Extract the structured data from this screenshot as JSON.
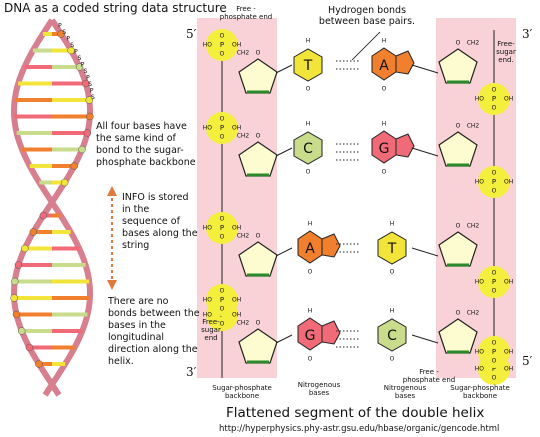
{
  "title": "DNA as a coded string data structure",
  "notes": {
    "same_bond": "All four bases have the same kind of bond to the sugar-phosphate backbone",
    "info": "INFO is stored in the sequence of bases along the string",
    "no_bonds": "There are no bonds between the bases in the longitudinal direction along the helix."
  },
  "top_labels": {
    "free_phosphate_end_top": "Free - phosphate end",
    "hydrogen_bonds": "Hydrogen bonds between base pairs.",
    "free_sugar_end_right": "Free- sugar end."
  },
  "primes": {
    "tl": "5′",
    "tr": "3′",
    "bl": "3′",
    "br": "5′"
  },
  "bottom_labels": {
    "free_sugar_end_left": "Free- sugar end",
    "free_phosphate_end_bottom": "Free - phosphate end",
    "backbone_left": "Sugar-phosphate backbone",
    "nitro_left": "Nitrogenous bases",
    "nitro_right": "Nitrogenous bases",
    "backbone_right": "Sugar-phosphate backbone"
  },
  "caption": "Flattened segment of the double helix",
  "url": "http://hyperphysics.phy-astr.gsu.edu/hbase/organic/gencode.html",
  "pairs": [
    {
      "left": "T",
      "right": "A"
    },
    {
      "left": "C",
      "right": "G"
    },
    {
      "left": "A",
      "right": "T"
    },
    {
      "left": "G",
      "right": "C"
    }
  ],
  "helix_letters": [
    "P",
    "S",
    "P",
    "S",
    "P",
    "S",
    "P",
    "S",
    "P",
    "S",
    "P",
    "S"
  ],
  "colors": {
    "A": "#f07f2e",
    "T": "#f3e43a",
    "C": "#c8dc8c",
    "G": "#f06a77",
    "backbone_band": "#f8d2d6",
    "phosphate": "#f4ee3c",
    "sugar": "#fdfbd0",
    "helix_strand": "#d87f8f",
    "arrow": "#e07a3c"
  }
}
